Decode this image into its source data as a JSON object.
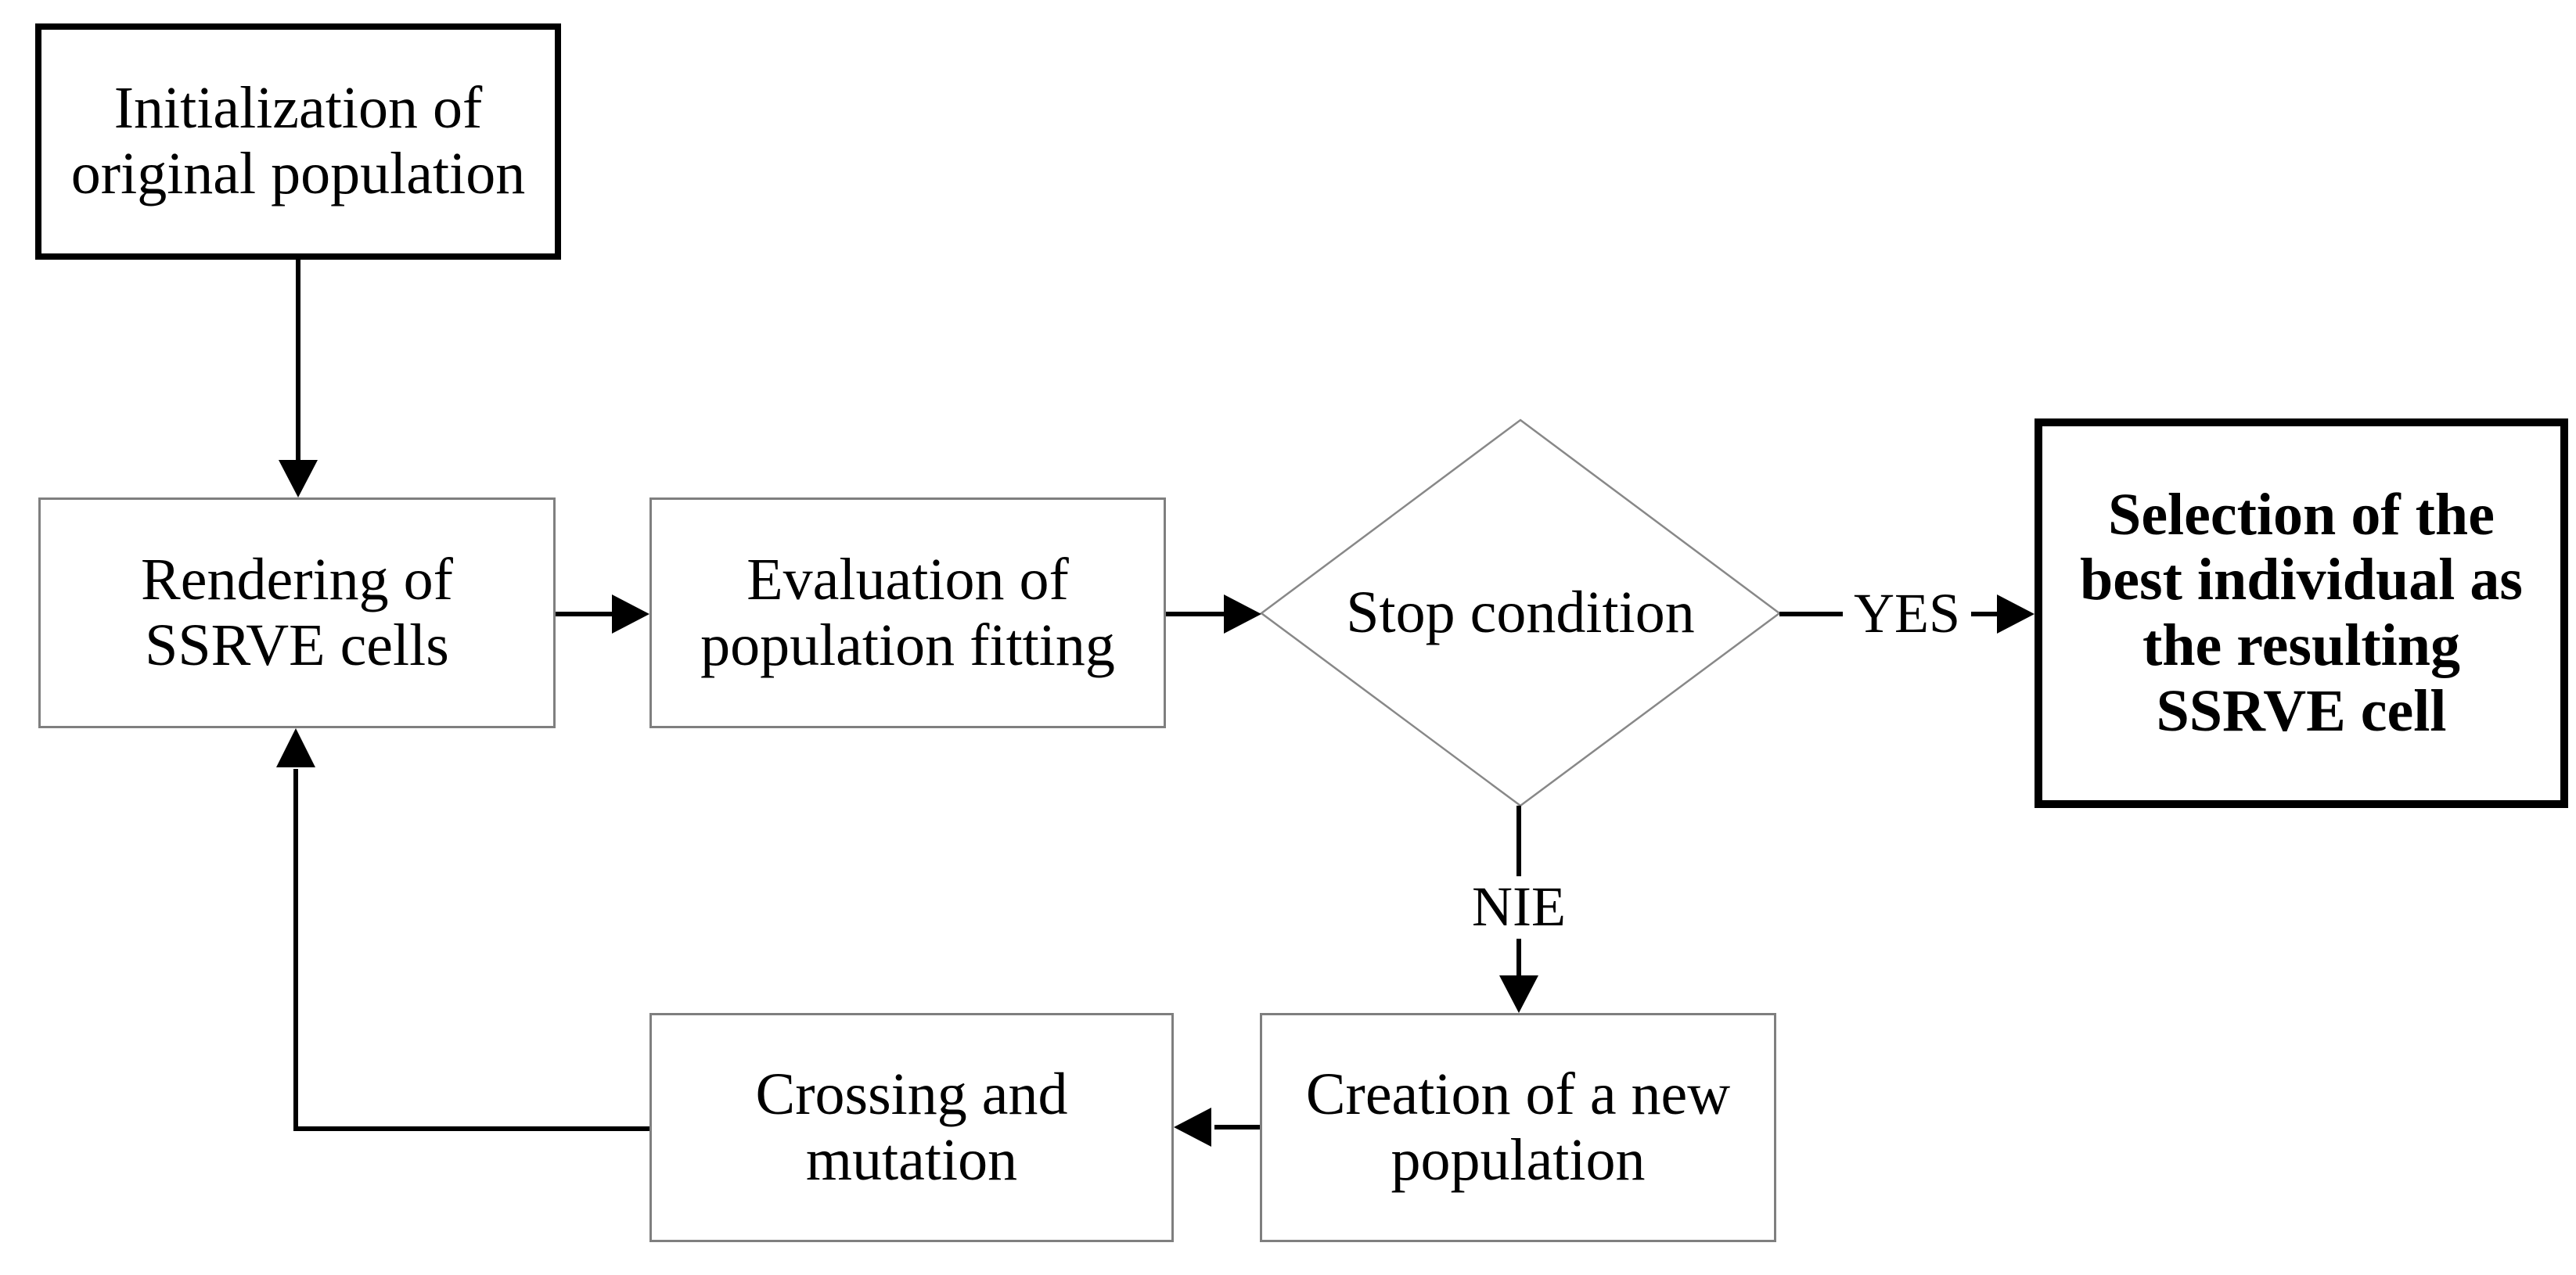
{
  "flowchart": {
    "nodes": {
      "initialization": {
        "lines": [
          "Initialization of",
          "original population"
        ]
      },
      "rendering": {
        "lines": [
          "Rendering of",
          "SSRVE cells"
        ]
      },
      "evaluation": {
        "lines": [
          "Evaluation of",
          "population fitting"
        ]
      },
      "stop_condition": {
        "label": "Stop condition"
      },
      "selection": {
        "lines": [
          "Selection of the",
          "best individual as",
          "the resulting",
          "SSRVE cell"
        ]
      },
      "creation": {
        "lines": [
          "Creation of a new",
          "population"
        ]
      },
      "crossing": {
        "lines": [
          "Crossing and",
          "mutation"
        ]
      }
    },
    "edge_labels": {
      "yes": "YES",
      "no": "NIE"
    },
    "colors": {
      "line": "#000000",
      "text": "#000000",
      "thin_border": "#7f7f7f",
      "thick_border": "#000000",
      "background": "#ffffff"
    }
  }
}
